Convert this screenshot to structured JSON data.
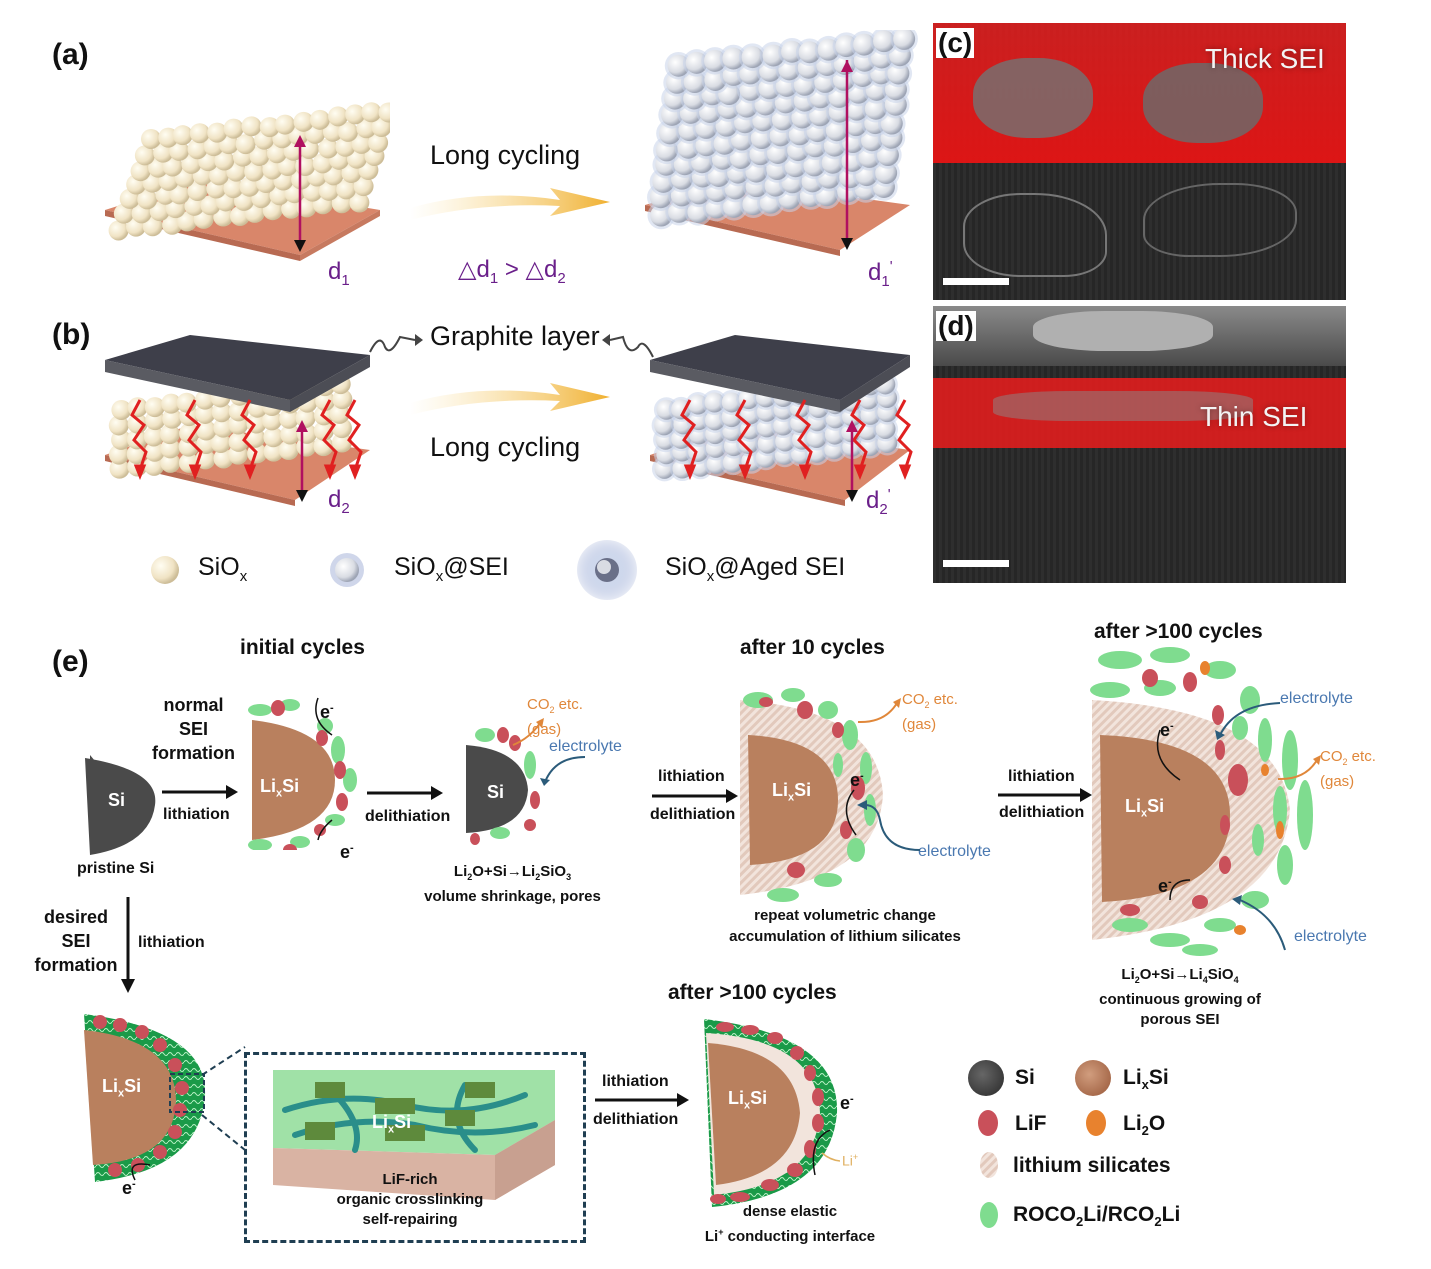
{
  "panels": {
    "a": {
      "label": "(a)",
      "arrow_text": "Long cycling",
      "before_dim": "d",
      "before_dim_sub": "1",
      "after_dim": "d",
      "after_dim_sub": "1",
      "after_dim_prime": "'",
      "relation": {
        "lhs": "△d",
        "lhs_sub": "1",
        "op": ">",
        "rhs": "△d",
        "rhs_sub": "2"
      }
    },
    "b": {
      "label": "(b)",
      "top_layer_label": "Graphite layer",
      "arrow_text": "Long cycling",
      "before_dim": "d",
      "before_dim_sub": "2",
      "after_dim": "d",
      "after_dim_sub": "2",
      "after_dim_prime": "'"
    },
    "ab_legend": [
      {
        "icon": "siox-sphere-icon",
        "text": "SiO",
        "sub": "x",
        "rest": ""
      },
      {
        "icon": "siox-sei-sphere-icon",
        "text": "SiO",
        "sub": "x",
        "rest": "@SEI"
      },
      {
        "icon": "siox-aged-sei-sphere-icon",
        "text": "SiO",
        "sub": "x",
        "rest": "@Aged SEI"
      }
    ],
    "c": {
      "label": "(c)",
      "overlay_text": "Thick SEI"
    },
    "d": {
      "label": "(d)",
      "overlay_text": "Thin SEI"
    },
    "e": {
      "label": "(e)",
      "headers": {
        "initial": "initial cycles",
        "after10": "after 10 cycles",
        "after100_top": "after >100 cycles",
        "after100_bottom": "after >100 cycles"
      },
      "normal_sei": [
        "normal",
        "SEI",
        "formation"
      ],
      "desired_sei": [
        "desired",
        "SEI",
        "formation"
      ],
      "lithiation": "lithiation",
      "delithiation": "delithiation",
      "si": "Si",
      "lixsi": {
        "main": "Li",
        "sub": "x",
        "rest": "Si"
      },
      "pristine": "pristine Si",
      "electron": "e",
      "electron_sup": "-",
      "gas": {
        "main": "CO",
        "sub": "2",
        "rest": " etc.",
        "line2": "(gas)"
      },
      "electrolyte": "electrolyte",
      "li_ion": "Li",
      "li_ion_sup": "+",
      "captions": {
        "step2": {
          "l1a": "Li",
          "l1b": "2",
          "l1c": "O+Si→Li",
          "l1d": "2",
          "l1e": "SiO",
          "l1f": "3",
          "l2": "volume shrinkage, pores"
        },
        "step3": {
          "l1": "repeat volumetric change",
          "l2": "accumulation of lithium silicates"
        },
        "step4": {
          "l1a": "Li",
          "l1b": "2",
          "l1c": "O+Si→Li",
          "l1d": "4",
          "l1e": "SiO",
          "l1f": "4",
          "l2": "continuous growing of",
          "l3": "porous SEI"
        },
        "inset": {
          "l1": "LiF-rich",
          "l2": "organic crosslinking",
          "l3": "self-repairing"
        },
        "final": {
          "l1": "dense  elastic",
          "l2a": "Li",
          "l2b": "+",
          "l2c": " conducting interface"
        }
      },
      "legend": [
        {
          "icon": "si-particle-icon",
          "text": "Si",
          "sub": "",
          "rest": "",
          "color": "#4a4a4a"
        },
        {
          "icon": "lixsi-particle-icon",
          "text": "Li",
          "sub": "x",
          "rest": "Si",
          "color": "#b9805e"
        },
        {
          "icon": "lif-particle-icon",
          "text": "LiF",
          "sub": "",
          "rest": "",
          "color": "#c9505a"
        },
        {
          "icon": "li2o-particle-icon",
          "text": "Li",
          "sub": "2",
          "rest": "O",
          "color": "#e8822e"
        },
        {
          "icon": "lithium-silicates-icon",
          "text": "lithium silicates",
          "sub": "",
          "rest": "",
          "color": "#e8d6cc"
        },
        {
          "icon": "rocoli-particle-icon",
          "text": "ROCO",
          "sub": "2",
          "rest": "Li/RCO",
          "sub2": "2",
          "rest2": "Li",
          "color": "#7fdc8f"
        }
      ]
    }
  },
  "colors": {
    "substrate": "#d9866a",
    "sphere": "#f3e8cc",
    "purple_label": "#6a1f8a",
    "red_overlay": "#e02020",
    "graphite": "#3a3b45",
    "si": "#4a4a4a",
    "lixsi": "#b9805e",
    "lif": "#c9505a",
    "li2o": "#e8822e",
    "rocoli": "#7fdc8f",
    "gas": "#e0873a",
    "electrolyte": "#4a78b0"
  }
}
